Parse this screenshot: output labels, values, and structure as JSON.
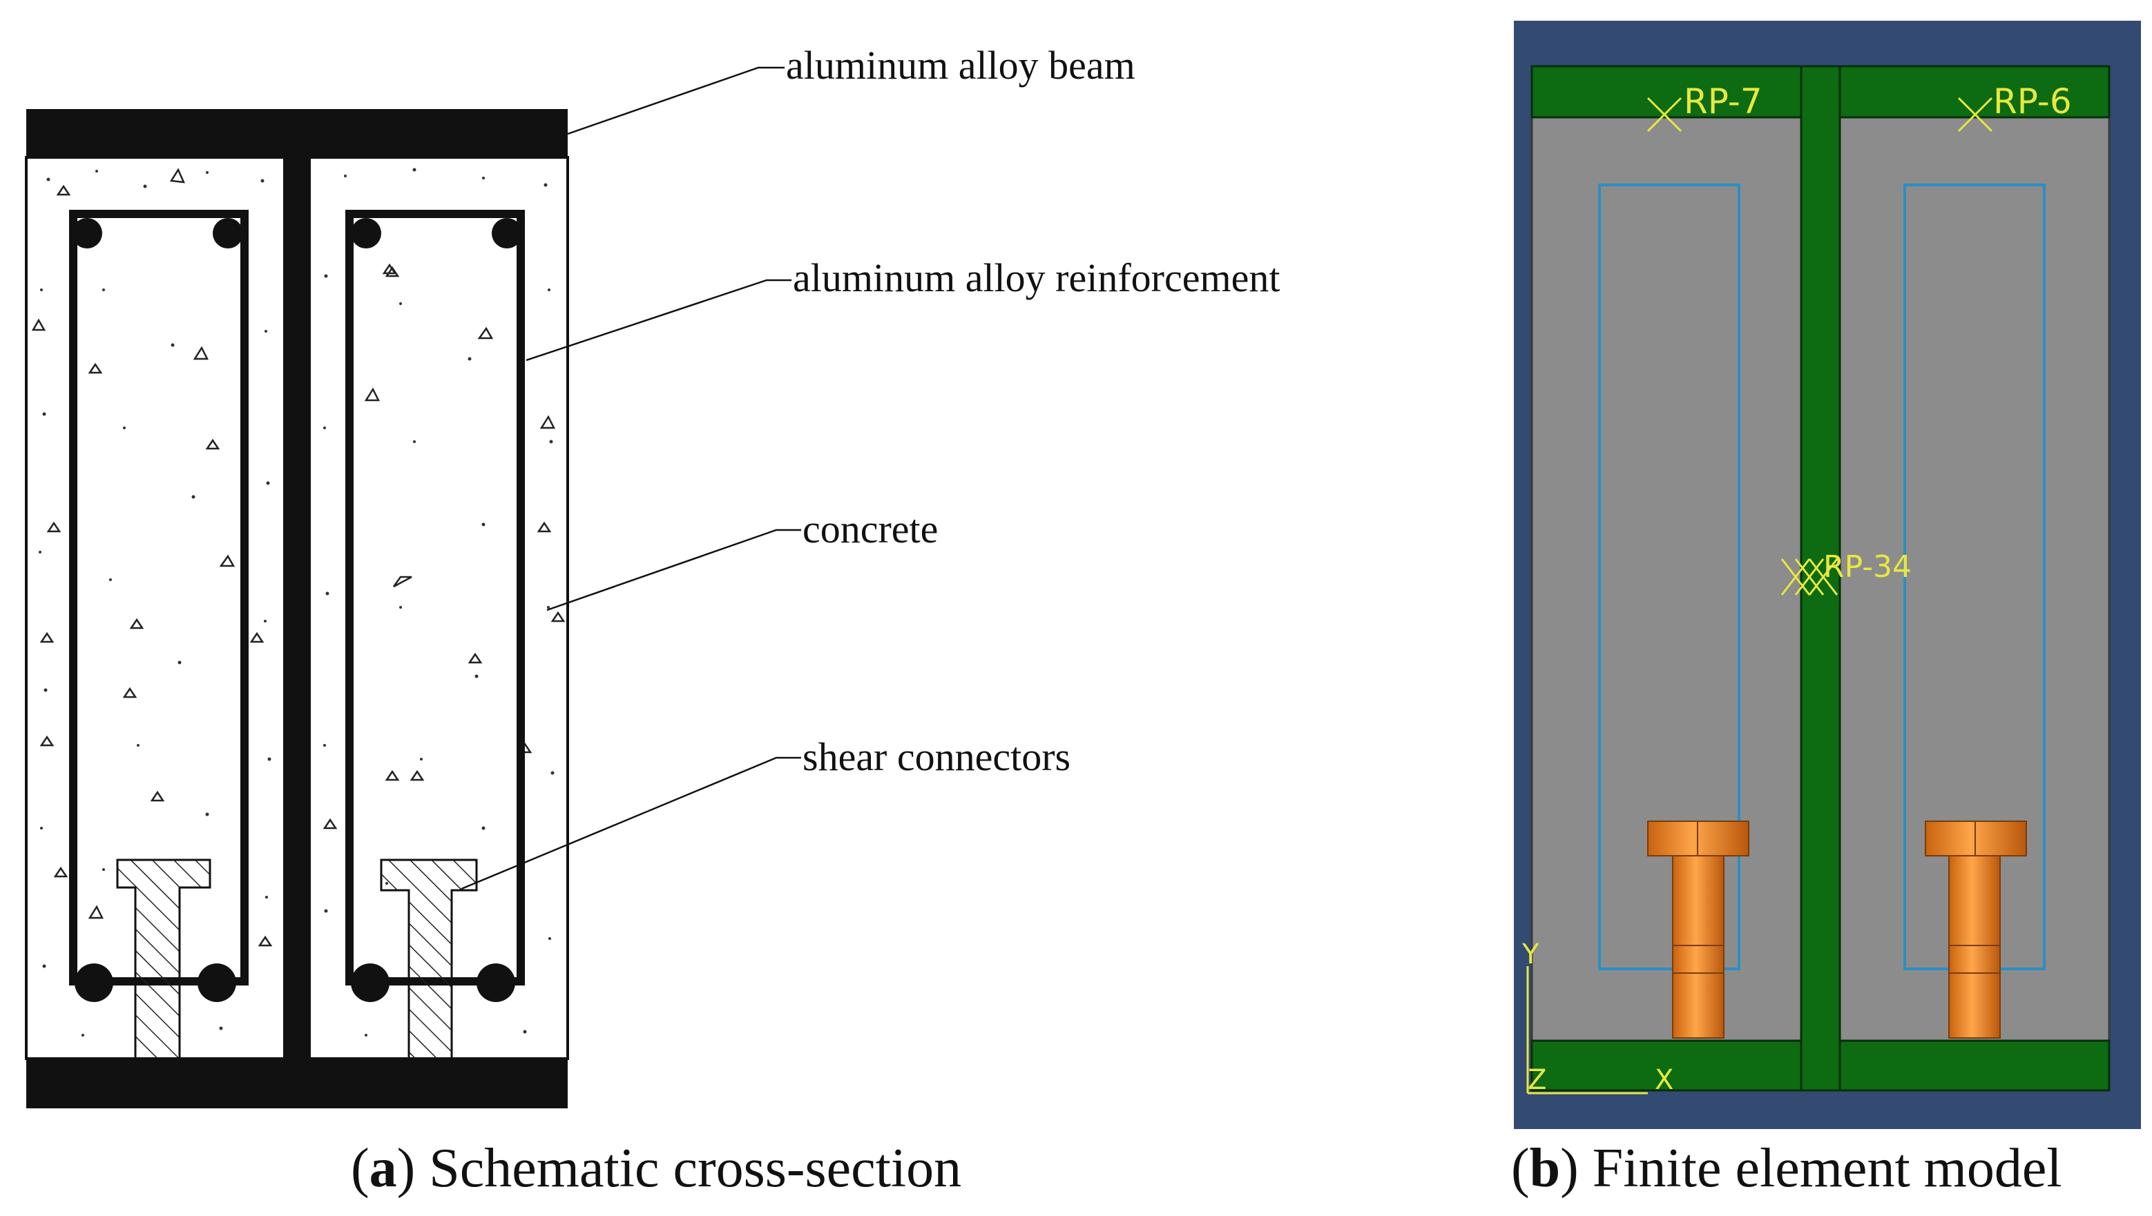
{
  "schematic": {
    "labels": {
      "beam": "aluminum alloy beam",
      "reinforcement": "aluminum alloy reinforcement",
      "concrete": "concrete",
      "connectors": "shear connectors"
    },
    "caption": {
      "letter": "a",
      "text": "Schematic cross-section"
    }
  },
  "fe_model": {
    "ref_points": [
      "RP-7",
      "RP-6"
    ],
    "center_label": "RP-34",
    "axes": {
      "y": "Y",
      "x": "X",
      "z": "Z"
    },
    "colors": {
      "background": "#334a73",
      "flange": "#0d6b12",
      "concrete": "#8c8c8c",
      "rebar_cage": "#2a8fc4",
      "connector": "#f08a20",
      "labels": "#e8e840"
    },
    "caption": {
      "letter": "b",
      "text": "Finite element model"
    }
  }
}
